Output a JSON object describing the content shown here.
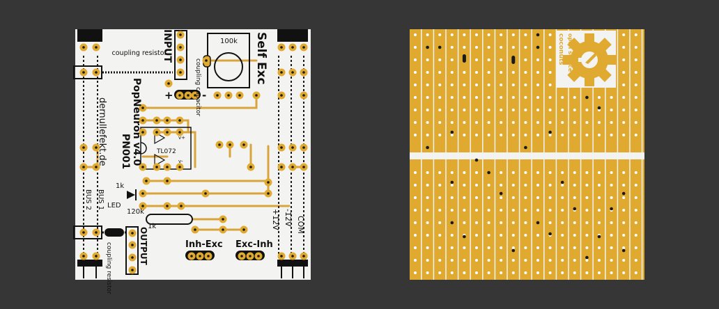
{
  "front": {
    "input": "INPUT",
    "self_exc": "Self Exc",
    "pot": "100k",
    "coupling_resistor": "coupling resistor",
    "coupling_resistor_out": "coupling resistor",
    "coupling_capacitor": "coupling capacitor",
    "plus": "+",
    "minus": "-",
    "website": "dernullefekt.de",
    "pn": "PN001",
    "title": "PopNeuron v4.0",
    "ic": "TL072",
    "vplus": "v+",
    "vminus": "v-",
    "r1k": "1k",
    "led": "LED",
    "r120k": "120k",
    "r1k_b": "1k",
    "bus1": "BUS 1",
    "bus2": "BUS 2",
    "output": "OUTPUT",
    "p12": "+12V",
    "m12": "-12V",
    "com": "COM",
    "inh_exc": "Inh-Exc",
    "exc_inh": "Exc-Inh"
  },
  "back": {
    "logo_line1": "open source",
    "logo_line2": "coconuts"
  },
  "colors": {
    "background": "#363636",
    "board_front": "#f3f3f1",
    "copper": "#e0a930",
    "trace": "#d9a43a",
    "hole": "#ffffff",
    "drill": "#1a1a1a"
  }
}
